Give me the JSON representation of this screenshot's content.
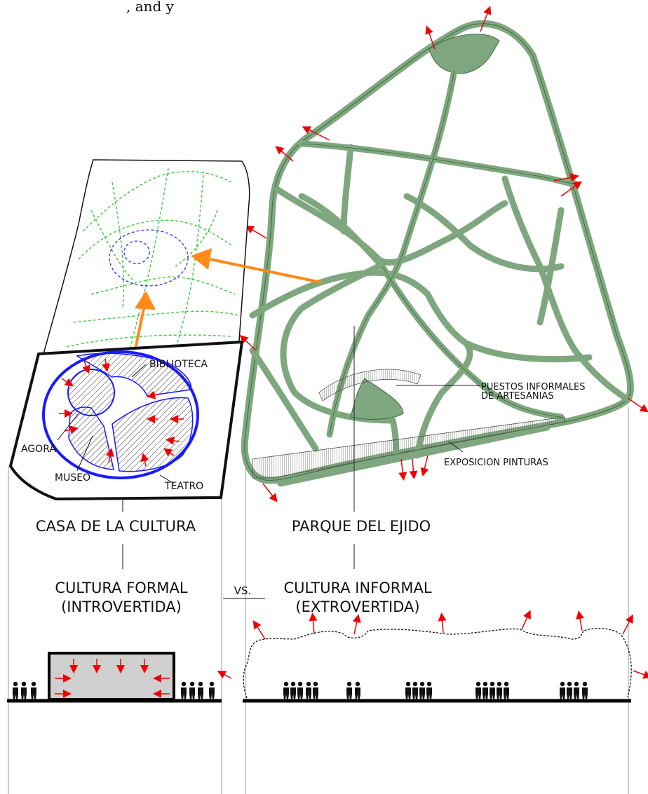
{
  "top_caption": ", and y",
  "labels": {
    "biblioteca": "BIBLIOTECA",
    "agora": "AGORA",
    "museo": "MUSEO",
    "teatro": "TEATRO",
    "puestos_line1": "PUESTOS INFORMALES",
    "puestos_line2": "DE ARTESANIAS",
    "exposicion": "EXPOSICION PINTURAS"
  },
  "titles": {
    "casa": "CASA DE LA CULTURA",
    "parque": "PARQUE DEL EJIDO",
    "formal_line1": "CULTURA FORMAL",
    "formal_line2": "(INTROVERTIDA)",
    "informal_line1": "CULTURA INFORMAL",
    "informal_line2": "(EXTROVERTIDA)",
    "vs": "VS."
  },
  "colors": {
    "park_fill": "#7fa77f",
    "park_stroke": "#3e6b3e",
    "sketch_green": "#44cc44",
    "oval_blue": "#1a1aff",
    "arrow_orange": "#ff8a1a",
    "arrow_red": "#ee0000",
    "building_gray": "#cfcfcf"
  },
  "icons": {
    "red_arrows": "outward-arrow-icon",
    "people": "person-silhouette-icon"
  }
}
